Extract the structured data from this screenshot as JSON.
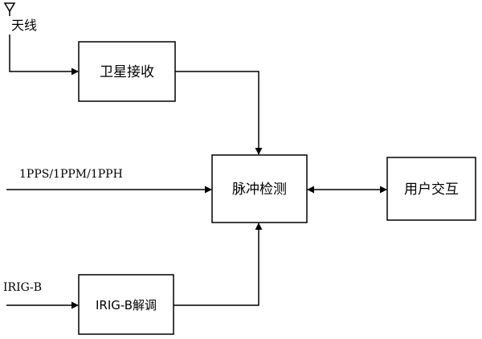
{
  "diagram": {
    "antenna_label": "天线",
    "boxes": {
      "satellite_receive": "卫星接收",
      "pulse_detect": "脉冲检测",
      "user_interact": "用户交互",
      "irigb_demod": "IRIG-B解调"
    },
    "inputs": {
      "pps_label": "1PPS/1PPM/1PPH",
      "irigb_label": "IRIG-B"
    }
  }
}
